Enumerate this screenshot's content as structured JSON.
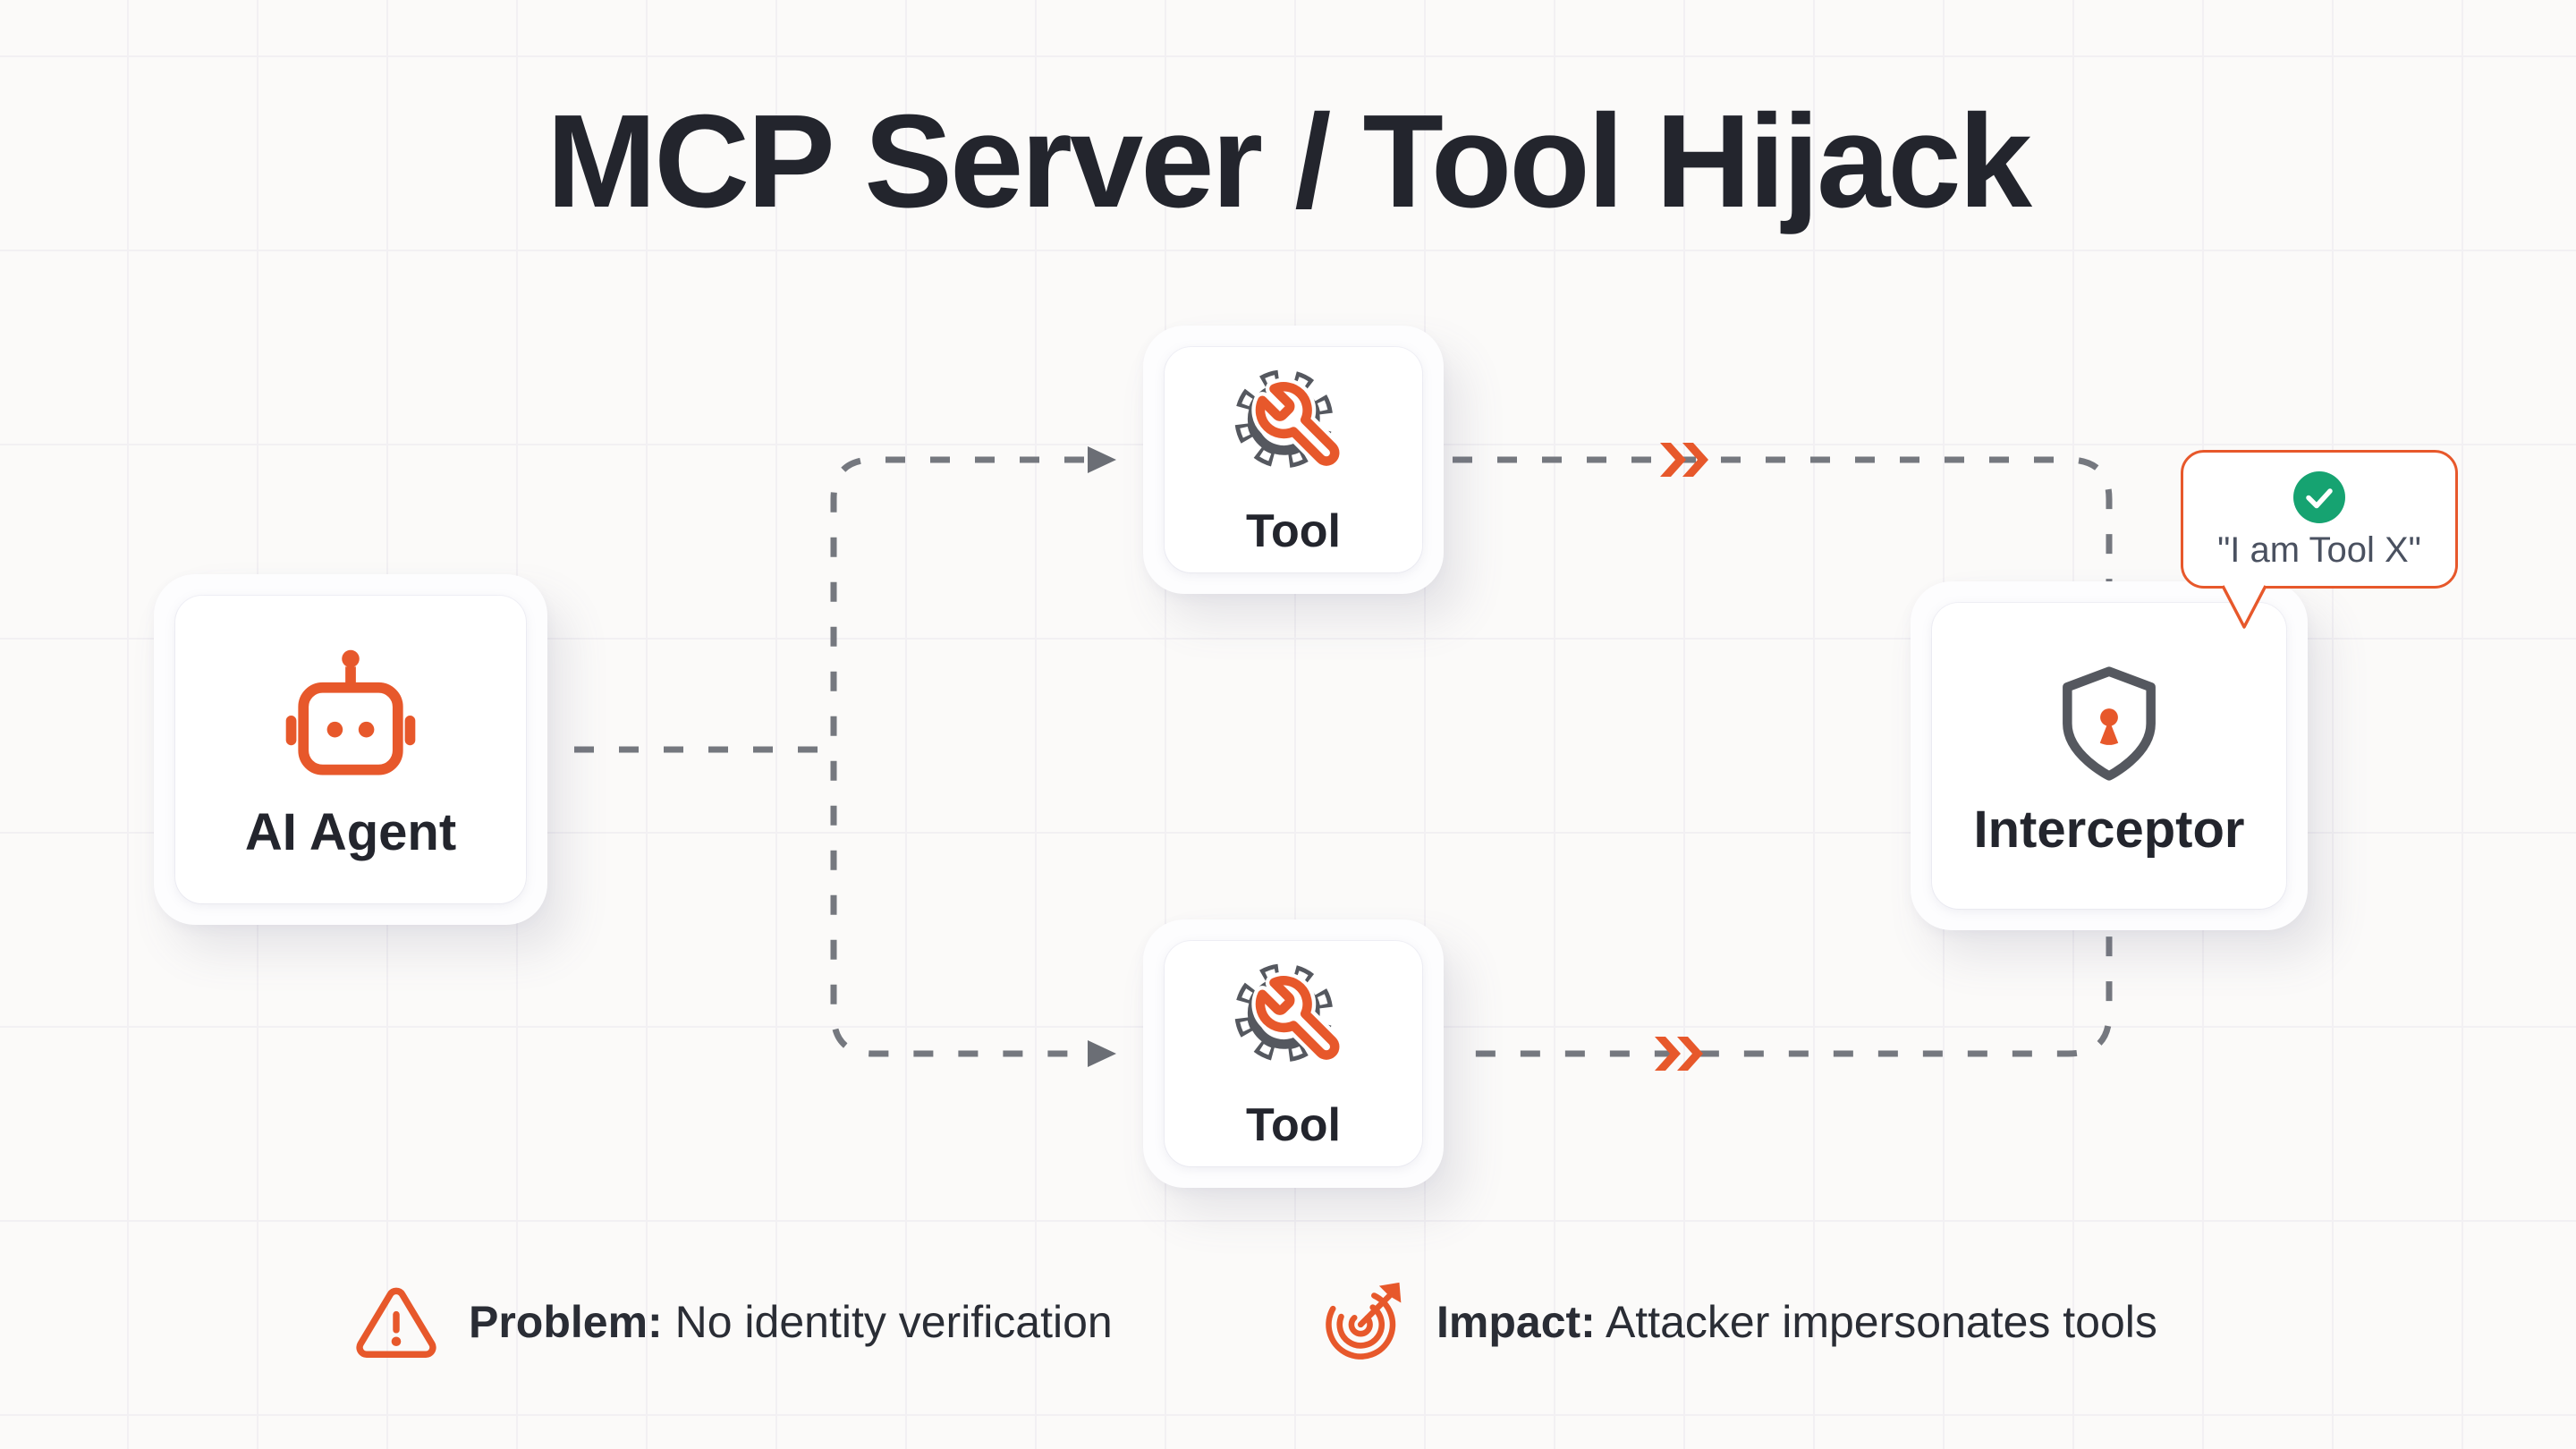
{
  "title": "MCP Server / Tool Hijack",
  "colors": {
    "accent": "#E7582B",
    "icon_gray": "#55585F",
    "dash_gray": "#75787F",
    "arrow_gray": "#6B6E75",
    "green": "#16A371",
    "text_dark": "#23252D",
    "bubble_text": "#4A5160",
    "annotation_text": "#2A2D35",
    "bg": "#FBFAF9",
    "grid_line": "#F2F0F3",
    "card_outer": "#FDFDFE",
    "card_inner": "#FFFFFF"
  },
  "nodes": {
    "agent": {
      "label": "AI Agent",
      "icon": "robot-icon"
    },
    "tool_top": {
      "label": "Tool",
      "icon": "gear-wrench-icon"
    },
    "tool_bottom": {
      "label": "Tool",
      "icon": "gear-wrench-icon"
    },
    "interceptor": {
      "label": "Interceptor",
      "icon": "shield-keyhole-icon"
    }
  },
  "speech_bubble": {
    "text": "\"I am Tool X\"",
    "icon": "check-circle-icon"
  },
  "annotations": {
    "problem": {
      "icon": "warning-triangle-icon",
      "label": "Problem:",
      "text": "No identity verification"
    },
    "impact": {
      "icon": "target-dart-icon",
      "label": "Impact:",
      "text": "Attacker impersonates tools"
    }
  }
}
